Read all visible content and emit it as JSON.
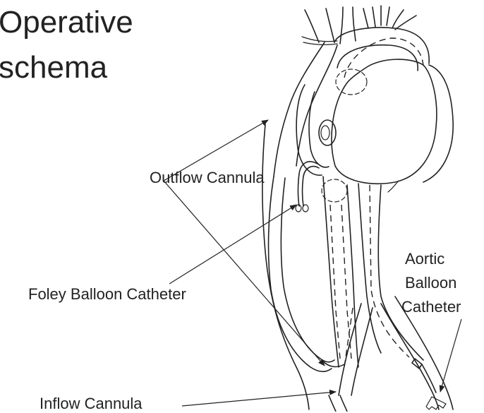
{
  "title": {
    "line1": "Operative",
    "line2": "schema"
  },
  "labels": {
    "outflow": "Outflow Cannula",
    "foley": "Foley Balloon Catheter",
    "inflow": "Inflow Cannula",
    "aortic_1": "Aortic",
    "aortic_2": "Balloon",
    "aortic_3": "Catheter"
  }
}
